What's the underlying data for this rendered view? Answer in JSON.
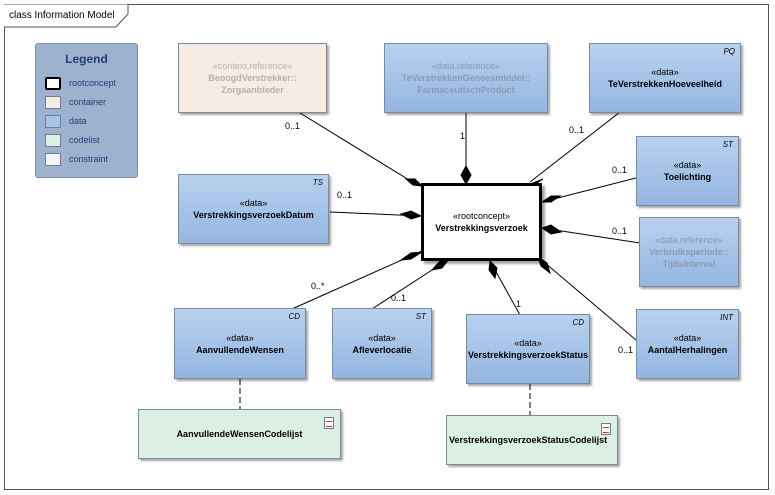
{
  "diagram": {
    "title": "class Information Model"
  },
  "legend": {
    "title": "Legend",
    "items": [
      {
        "label": "rootconcept",
        "color": "#ffffff"
      },
      {
        "label": "container",
        "color": "#f7ece4"
      },
      {
        "label": "data",
        "color": "#a7c3e8"
      },
      {
        "label": "codelist",
        "color": "#dcefe3"
      },
      {
        "label": "constraint",
        "color": "#f4f4f6"
      }
    ]
  },
  "classes": {
    "root": {
      "stereotype": "«rootconcept»",
      "name": "Verstrekkingsverzoek"
    },
    "beoogd": {
      "stereotype": "«context,reference»",
      "name1": "BeoogdVerstrekker::",
      "name2": "Zorgaanbieder"
    },
    "geneesmiddel": {
      "stereotype": "«data,reference»",
      "name1": "TeVerstrekkenGeneesmiddel::",
      "name2": "FarmaceutischProduct"
    },
    "hoeveelheid": {
      "tag": "PQ",
      "stereotype": "«data»",
      "name": "TeVerstrekkenHoeveelheid"
    },
    "toelichting": {
      "tag": "ST",
      "stereotype": "«data»",
      "name": "Toelichting"
    },
    "verbruiksperiode": {
      "stereotype": "«data,reference»",
      "name1": "Verbruiksperiode::",
      "name2": "TijdsInterval"
    },
    "datum": {
      "tag": "TS",
      "stereotype": "«data»",
      "name": "VerstrekkingsverzoekDatum"
    },
    "wensen": {
      "tag": "CD",
      "stereotype": "«data»",
      "name": "AanvullendeWensen"
    },
    "afleverlocatie": {
      "tag": "ST",
      "stereotype": "«data»",
      "name": "Afleverlocatie"
    },
    "status": {
      "tag": "CD",
      "stereotype": "«data»",
      "name": "VerstrekkingsverzoekStatus"
    },
    "herhalingen": {
      "tag": "INT",
      "stereotype": "«data»",
      "name": "AantalHerhalingen"
    },
    "wensen_codelijst": {
      "name": "AanvullendeWensenCodelijst"
    },
    "status_codelijst": {
      "name": "VerstrekkingsverzoekStatusCodelijst"
    }
  },
  "multiplicities": {
    "beoogd": "0..1",
    "geneesmiddel": "1",
    "hoeveelheid": "0..1",
    "toelichting": "0..1",
    "datum": "0..1",
    "verbruiksperiode": "0..1",
    "wensen": "0..*",
    "afleverlocatie": "0..1",
    "status": "1",
    "herhalingen": "0..1"
  }
}
